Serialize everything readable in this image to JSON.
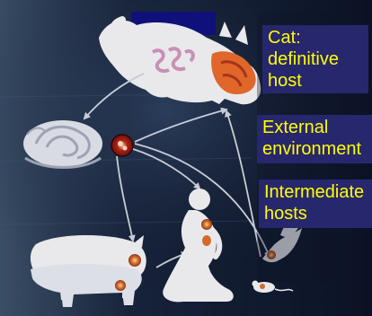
{
  "labels": {
    "cat": [
      "Cat:",
      "definitive",
      "host"
    ],
    "external": [
      "External",
      "environment"
    ],
    "intermediate": [
      "Intermediate",
      "hosts"
    ]
  },
  "colors": {
    "label_background": "#27276d",
    "label_text": "#ffff00",
    "title_bar": "#10107a",
    "silhouette": "#e9e9ec",
    "infection_site": "#d2551c"
  }
}
